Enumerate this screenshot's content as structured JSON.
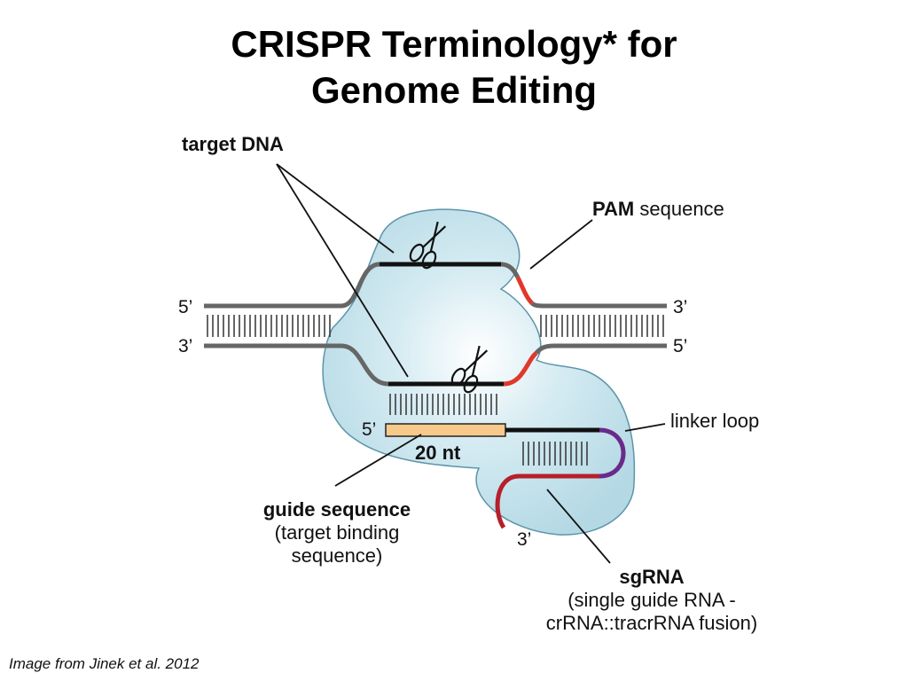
{
  "title": {
    "line1": "CRISPR Terminology* for",
    "line2": "Genome Editing"
  },
  "labels": {
    "target_dna": "target DNA",
    "pam_bold": "PAM",
    "pam_rest": " sequence",
    "linker_loop": "linker loop",
    "guide_title": "guide sequence",
    "guide_sub1": "(target binding",
    "guide_sub2": "sequence)",
    "nt20": "20 nt",
    "sgrna_title": "sgRNA",
    "sgrna_sub1": "(single guide RNA -",
    "sgrna_sub2": "crRNA::tracrRNA fusion)"
  },
  "strand_ends": {
    "left_top": "5’",
    "left_bottom": "3’",
    "right_top": "3’",
    "right_bottom": "5’",
    "guide_5": "5’",
    "rna_3": "3’"
  },
  "credit": "Image from Jinek et al. 2012",
  "colors": {
    "cas9_fill": "#bfe0ea",
    "cas9_stroke": "#5c95a8",
    "dna_gray": "#666666",
    "dna_black": "#111111",
    "pam_red": "#e0382a",
    "guide_fill": "#f7c98a",
    "rna_red": "#b5202b",
    "linker_purple": "#6a2a8a"
  }
}
